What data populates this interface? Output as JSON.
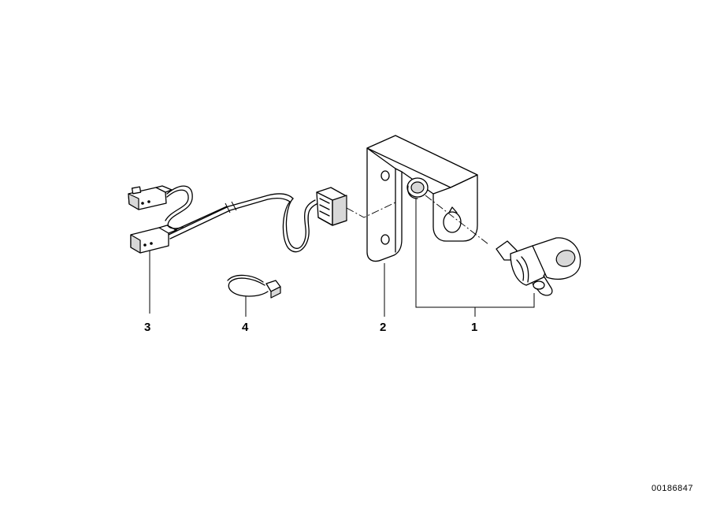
{
  "diagram": {
    "callouts": [
      {
        "id": "1",
        "label": "1"
      },
      {
        "id": "2",
        "label": "2"
      },
      {
        "id": "3",
        "label": "3"
      },
      {
        "id": "4",
        "label": "4"
      }
    ],
    "document_number": "00186847"
  }
}
